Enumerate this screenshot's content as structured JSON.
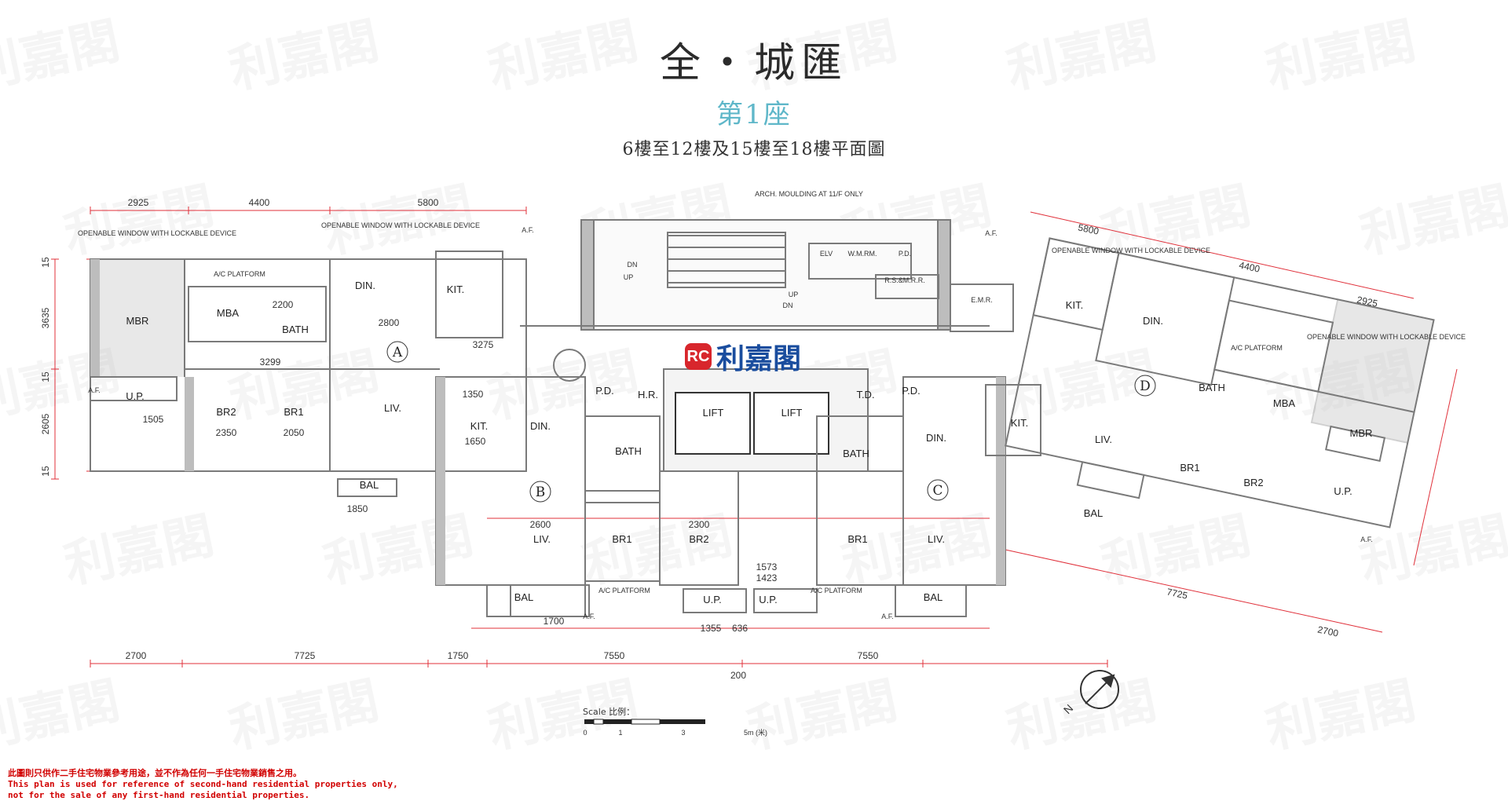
{
  "header": {
    "title": "全・城匯",
    "block": "第1座",
    "floors": "6樓至12樓及15樓至18樓平面圖"
  },
  "logo": {
    "mark": "RC",
    "text": "利嘉閣"
  },
  "watermark": "利嘉閣",
  "flats": [
    "A",
    "B",
    "C",
    "D"
  ],
  "rooms": {
    "mbr": "MBR",
    "mba": "MBA",
    "bath": "BATH",
    "din": "DIN.",
    "kit": "KIT.",
    "br1": "BR1",
    "br2": "BR2",
    "liv": "LIV.",
    "bal": "BAL",
    "up": "U.P.",
    "pd": "P.D.",
    "hr": "H.R.",
    "td": "T.D.",
    "lift": "LIFT",
    "elv": "ELV",
    "wmrm": "W.M.RM.",
    "rsmrr": "R.S.&M.R.R.",
    "emr": "E.M.R.",
    "ac_platform": "A/C PLATFORM",
    "dn": "DN",
    "upstairs": "UP",
    "af": "A.F."
  },
  "notes": {
    "openable_window": "OPENABLE WINDOW WITH LOCKABLE DEVICE",
    "arch_moulding": "ARCH. MOULDING AT 11/F ONLY"
  },
  "top_dims_left": [
    "2925",
    "4400",
    "5800"
  ],
  "top_dims_right": [
    "5800",
    "4400",
    "2925"
  ],
  "bottom_dims": [
    "2700",
    "7725",
    "1750",
    "7550",
    "7550"
  ],
  "bottom_center": "200",
  "right_dims_bottom": [
    "7725",
    "2700"
  ],
  "side_dims": [
    "15",
    "3635",
    "15",
    "2605",
    "15"
  ],
  "inner_dims": [
    "2800",
    "2350",
    "2050",
    "2600",
    "2300",
    "1573",
    "1423",
    "1850",
    "1700",
    "1355",
    "636",
    "3299",
    "1350",
    "1650",
    "3275",
    "2200",
    "1505"
  ],
  "scale": {
    "label": "Scale 比例：",
    "ticks": [
      "0",
      "1",
      "3",
      "5m (米)"
    ]
  },
  "disclaimer": [
    "此圖則只供作二手住宅物業參考用途，並不作為任何一手住宅物業銷售之用。",
    "This plan is used for reference of second-hand residential properties only,",
    "not for the sale of any first-hand residential properties."
  ],
  "colors": {
    "title": "#2b2b2b",
    "block": "#5fb7c9",
    "dimension": "#e0303a",
    "disclaimer": "#d10000",
    "logo_red": "#d8262c",
    "logo_blue": "#1a4d9e",
    "wall": "#8c8c8c"
  }
}
